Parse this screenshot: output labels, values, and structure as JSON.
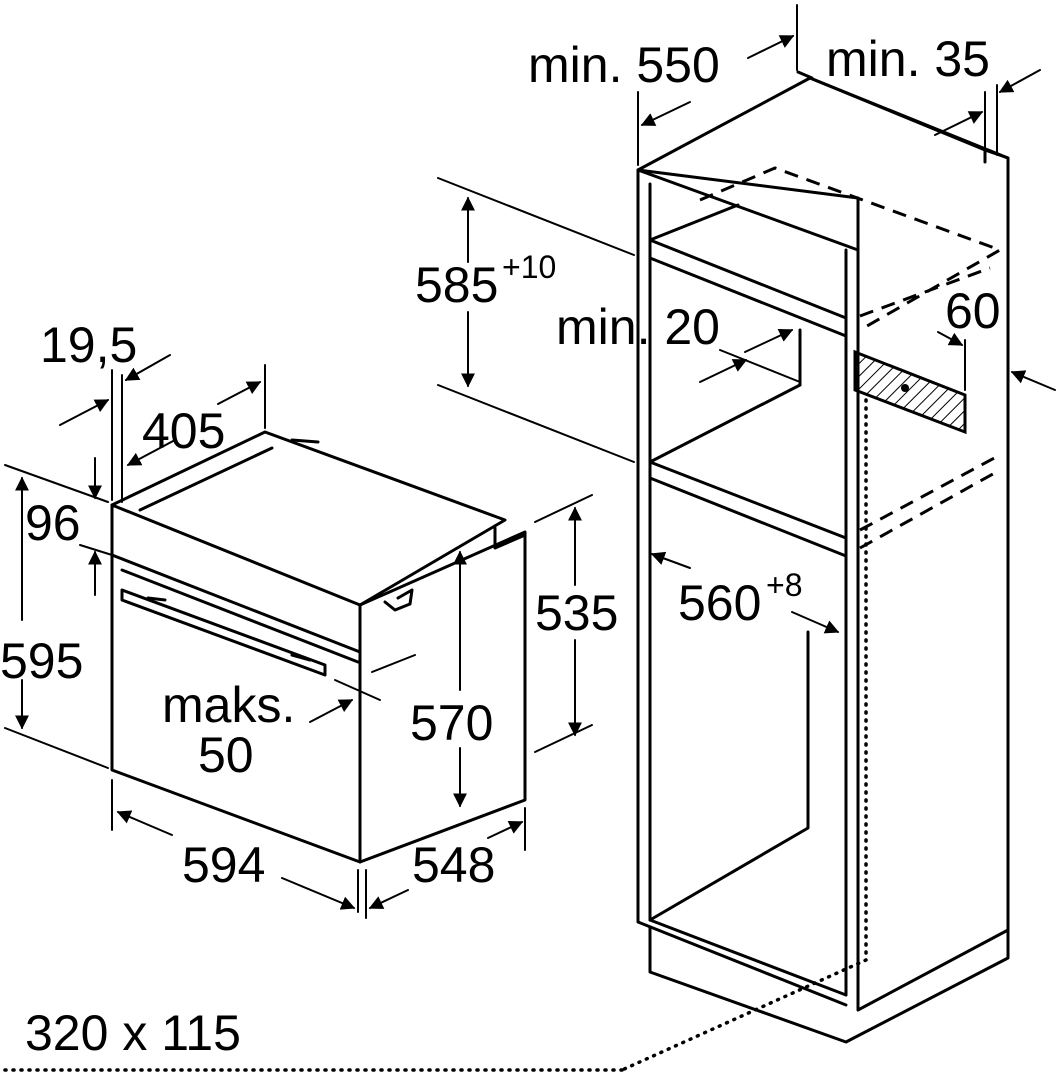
{
  "oven": {
    "width": "594",
    "depth": "548",
    "height": "595",
    "body_height": "570",
    "side_height": "535",
    "panel_height": "96",
    "panel_depth": "405",
    "door_thickness": "19,5",
    "handle_gap_line1": "maks.",
    "handle_gap_line2": "50"
  },
  "cabinet": {
    "min_depth": "min. 550",
    "min_side": "min. 35",
    "niche_height_base": "585",
    "niche_height_tol": "+10",
    "min_gap": "min. 20",
    "vent_depth": "60",
    "niche_width_base": "560",
    "niche_width_tol": "+8",
    "vent_opening": "320 x 115"
  }
}
